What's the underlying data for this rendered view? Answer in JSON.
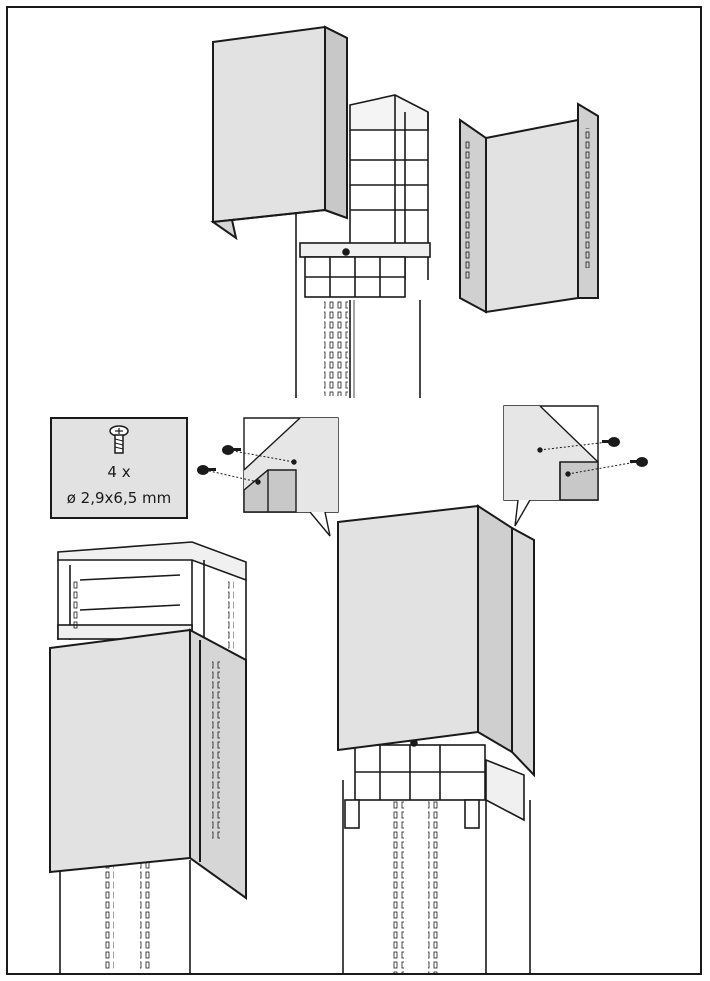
{
  "screw_spec": {
    "quantity": "4 x",
    "size": "ø 2,9x6,5 mm"
  },
  "colors": {
    "panel_fill": "#e2e2e2",
    "panel_dark": "#c4c4c4",
    "line": "#1a1a1a",
    "background": "#ffffff"
  },
  "icons": [
    "screw-icon",
    "duct-cover-upper-front",
    "duct-cover-upper-back",
    "duct-cover-lower-front",
    "duct-cover-lower-back",
    "mounting-frame",
    "detail-callout-left",
    "detail-callout-right"
  ]
}
